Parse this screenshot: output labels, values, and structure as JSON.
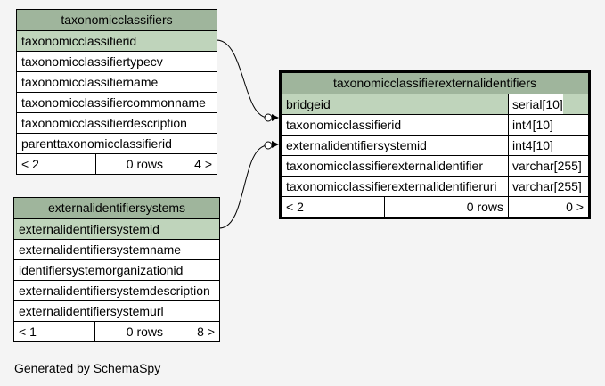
{
  "tables": {
    "taxonomicclassifiers": {
      "title": "taxonomicclassifiers",
      "columns": [
        "taxonomicclassifierid",
        "taxonomicclassifiertypecv",
        "taxonomicclassifiername",
        "taxonomicclassifiercommonname",
        "taxonomicclassifierdescription",
        "parenttaxonomicclassifierid"
      ],
      "footer": {
        "left": "< 2",
        "mid": "0 rows",
        "right": "4 >"
      }
    },
    "externalidentifiersystems": {
      "title": "externalidentifiersystems",
      "columns": [
        "externalidentifiersystemid",
        "externalidentifiersystemname",
        "identifiersystemorganizationid",
        "externalidentifiersystemdescription",
        "externalidentifiersystemurl"
      ],
      "footer": {
        "left": "< 1",
        "mid": "0 rows",
        "right": "8 >"
      }
    },
    "taxonomicclassifierexternalidentifiers": {
      "title": "taxonomicclassifierexternalidentifiers",
      "columns": [
        {
          "name": "bridgeid",
          "type": "serial[10]"
        },
        {
          "name": "taxonomicclassifierid",
          "type": "int4[10]"
        },
        {
          "name": "externalidentifiersystemid",
          "type": "int4[10]"
        },
        {
          "name": "taxonomicclassifierexternalidentifier",
          "type": "varchar[255]"
        },
        {
          "name": "taxonomicclassifierexternalidentifieruri",
          "type": "varchar[255]"
        }
      ],
      "footer": {
        "left": "< 2",
        "mid": "0 rows",
        "right": "0 >"
      }
    }
  },
  "footer_text": "Generated by SchemaSpy"
}
